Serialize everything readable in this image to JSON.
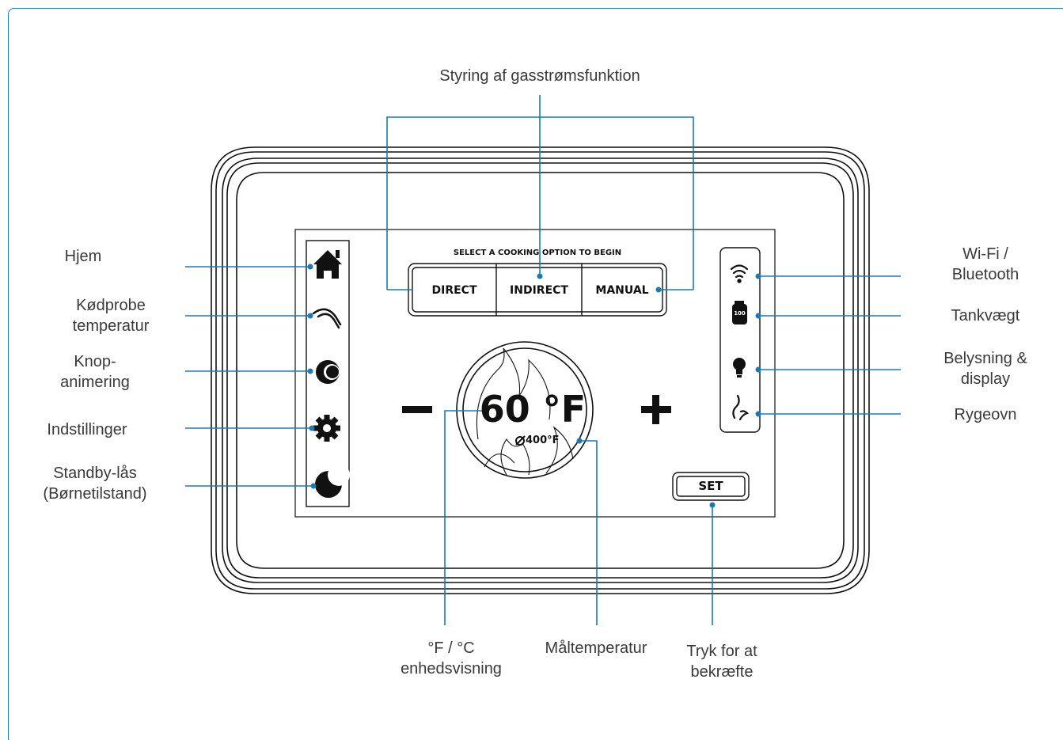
{
  "colors": {
    "callout_line": "#1a7ab5",
    "device_outline": "#111111",
    "label_text": "#3a3a3a"
  },
  "device": {
    "prompt": "SELECT A COOKING OPTION TO BEGIN",
    "mode_buttons": [
      "DIRECT",
      "INDIRECT",
      "MANUAL"
    ],
    "minus_symbol": "−",
    "plus_symbol": "+",
    "temperature": "60 °F",
    "target_temperature": "400°F",
    "set_button": "SET",
    "left_icons": [
      "home-icon",
      "meat-probe-icon",
      "knob-icon",
      "gear-icon",
      "moon-icon"
    ],
    "right_icons": [
      "wifi-icon",
      "tank-icon",
      "lightbulb-icon",
      "smoke-icon"
    ],
    "tank_icon_text": "100"
  },
  "labels": {
    "top": "Styring af gasstrømsfunktion",
    "home": "Hjem",
    "probe_line1": "Kødprobe",
    "probe_line2": "temperatur",
    "knob_line1": "Knop-",
    "knob_line2": "animering",
    "settings": "Indstillinger",
    "standby_line1": "Standby-lås",
    "standby_line2": "(Børnetilstand)",
    "wifi_line1": "Wi-Fi /",
    "wifi_line2": "Bluetooth",
    "tank": "Tankvægt",
    "light_line1": "Belysning &",
    "light_line2": "display",
    "smoker": "Rygeovn",
    "unit_line1": "°F / °C",
    "unit_line2": "enhedsvisning",
    "target": "Måltemperatur",
    "confirm_line1": "Tryk for at",
    "confirm_line2": "bekræfte"
  }
}
